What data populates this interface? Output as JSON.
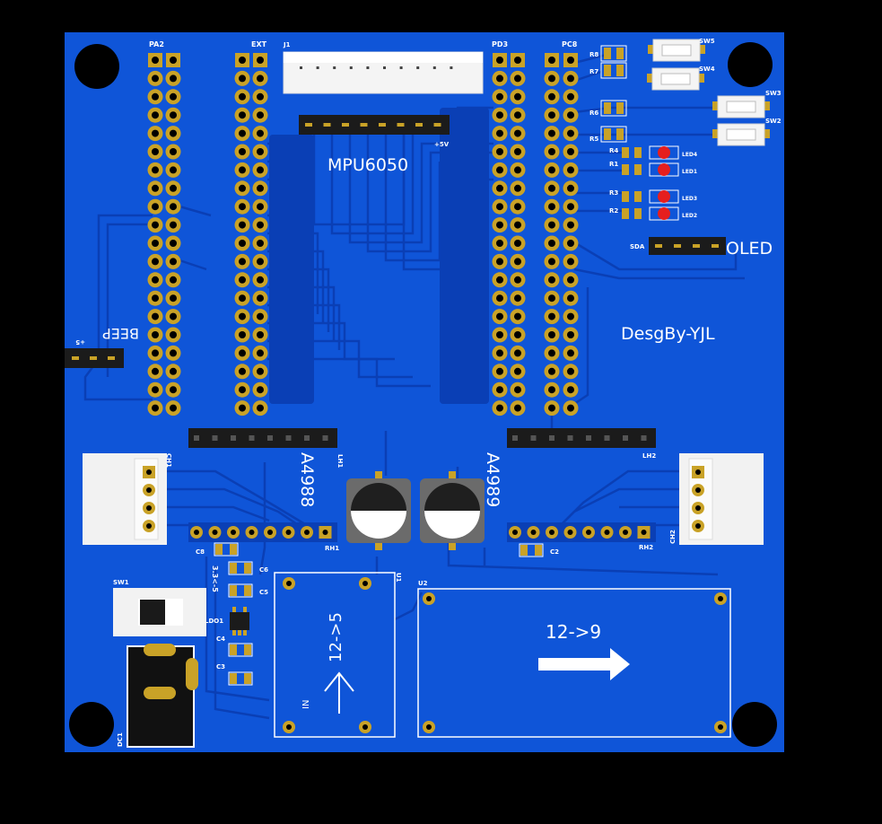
{
  "board": {
    "colors": {
      "background": "#000000",
      "board": "#0f55d8",
      "copper": "#0a3fb5",
      "pad_gold": "#c9a227",
      "silk": "#ffffff",
      "led_red": "#e61e1e"
    }
  },
  "headers": {
    "pa2": "PA2",
    "ext": "EXT",
    "pd3": "PD3",
    "pc8": "PC8"
  },
  "labels": {
    "mpu6050": "MPU6050",
    "plus5v": "+5V",
    "connector_top": "J1",
    "oled": "OLED",
    "sda": "SDA",
    "designer": "DesgBy-YJL",
    "beep": "BEEP",
    "beep_plus": "+5",
    "a4988": "A4988",
    "a4989": "A4989",
    "lh1": "LH1",
    "lh2": "LH2",
    "ch1": "CH1",
    "ch2": "CH2",
    "rh1": "RH1",
    "rh2": "RH2",
    "c2": "C2",
    "c3": "C3",
    "c4": "C4",
    "c5": "C5",
    "c6": "C6",
    "c8": "C8",
    "ldo1": "LDO1",
    "reg_label": "3.3<-5",
    "sw1": "SW1",
    "dc1": "DC1",
    "u1": "U1",
    "u2": "U2",
    "conv_left": "12->5",
    "conv_right": "12->9",
    "in": "IN"
  },
  "switches": {
    "sw2": "SW2",
    "sw3": "SW3",
    "sw4": "SW4",
    "sw5": "SW5"
  },
  "resistors": {
    "r1": "R1",
    "r2": "R2",
    "r3": "R3",
    "r4": "R4",
    "r5": "R5",
    "r6": "R6",
    "r7": "R7",
    "r8": "R8"
  },
  "leds": {
    "led1": "LED1",
    "led2": "LED2",
    "led3": "LED3",
    "led4": "LED4"
  }
}
